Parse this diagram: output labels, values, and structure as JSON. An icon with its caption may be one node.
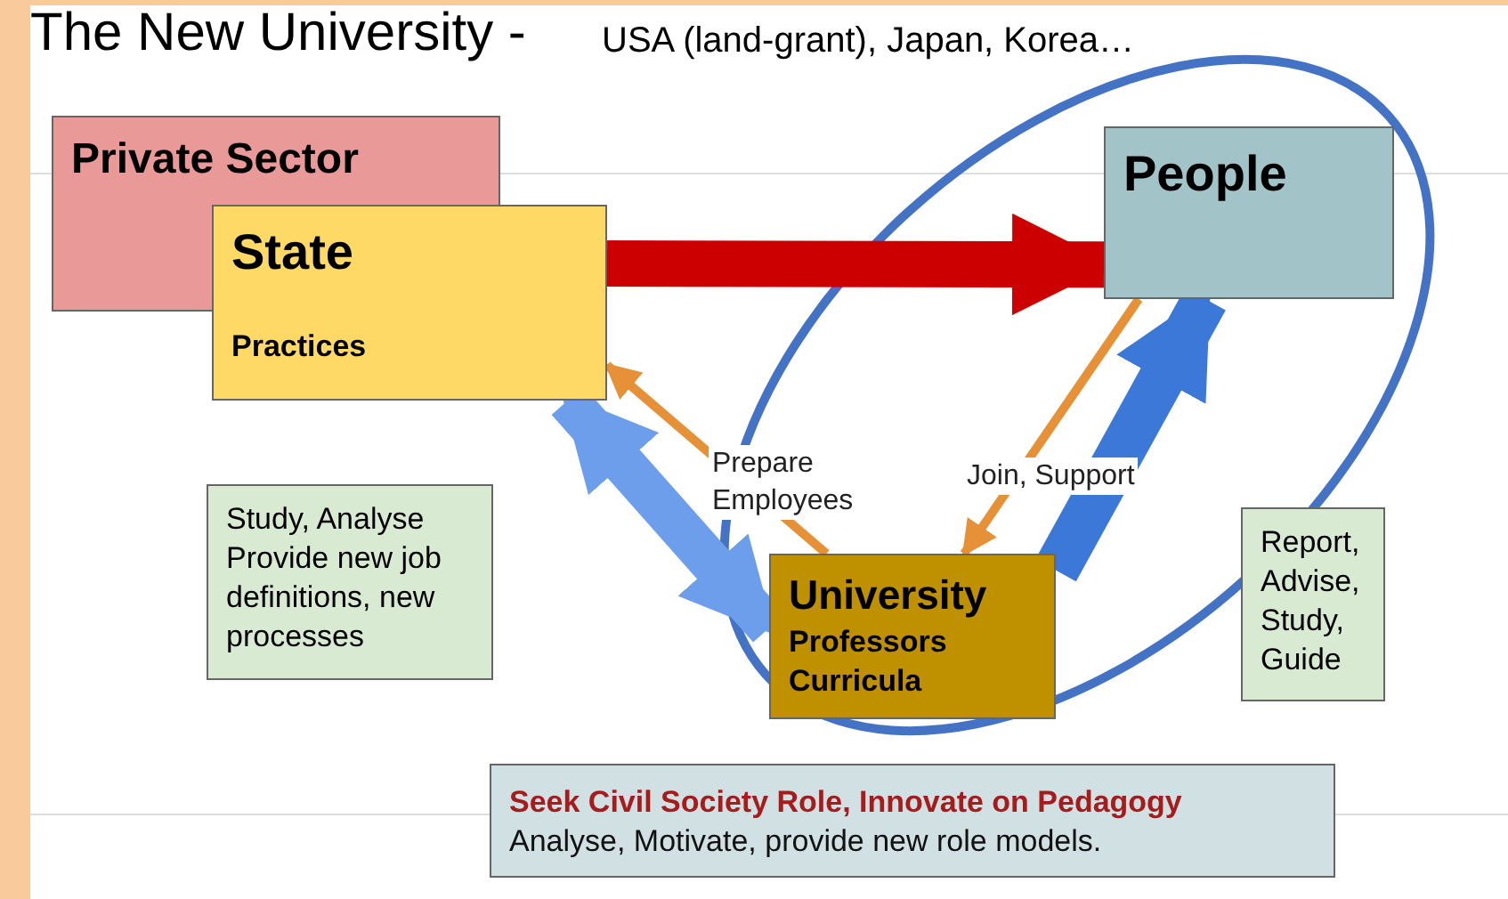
{
  "diagram": {
    "title": "The New University -",
    "nodes": [
      {
        "text": [
          "Private Sector"
        ]
      },
      {
        "text": [
          "State",
          "Practices"
        ]
      },
      {
        "text": [
          "People"
        ]
      },
      {
        "text": [
          "Study, Analyse Provide new job definitions, new processes"
        ]
      },
      {
        "text": [
          "University",
          "Professors Curricula"
        ]
      },
      {
        "text": [
          "Report, Advise, Study, Guide"
        ]
      },
      {
        "text": [
          "Seek Civil Society Role, Innovate on Pedagogy",
          "Analyse, Motivate, provide new role models."
        ]
      }
    ],
    "edges": [
      {
        "from": 1,
        "to": 2,
        "arrow": "to",
        "color": "#cc0000"
      },
      {
        "from": 4,
        "to": 1,
        "arrow": "to",
        "label": "Prepare Employees",
        "color": "#e69138"
      },
      {
        "from": 2,
        "to": 4,
        "arrow": "to",
        "label": "Join, Support",
        "color": "#e69138"
      },
      {
        "from": 1,
        "to": 4,
        "arrow": "both",
        "color": "#6d9eeb"
      },
      {
        "from": 4,
        "to": 2,
        "arrow": "to",
        "color": "#3c78d8"
      }
    ],
    "labels": [
      "USA (land-grant), Japan, Korea…"
    ]
  }
}
